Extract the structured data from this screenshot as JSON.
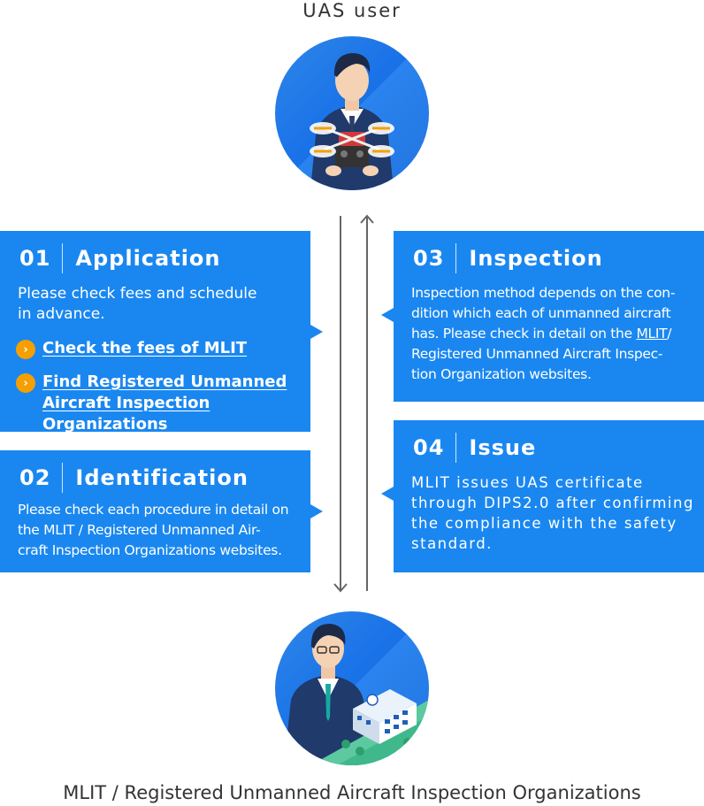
{
  "top_label": "UAS user",
  "bottom_label": "MLIT / Registered Unmanned Aircraft Inspection Organizations",
  "steps": [
    {
      "num": "01",
      "title": "Application",
      "body_line1": "Please check fees and schedule",
      "body_line2": "in advance.",
      "links": [
        {
          "line1": "Check the fees of MLIT",
          "line2": ""
        },
        {
          "line1": "Find Registered Unmanned",
          "line2": "Aircraft Inspection Organizations"
        }
      ]
    },
    {
      "num": "02",
      "title": "Identification",
      "body": [
        "Please check each procedure in detail on",
        "the MLIT / Registered Unmanned Air-",
        "craft Inspection Organizations websites."
      ]
    },
    {
      "num": "03",
      "title": "Inspection",
      "body_l1": "Inspection method depends on the con-",
      "body_l2": "dition which each of unmanned aircraft",
      "body_l3a": "has. Please check in detail on the ",
      "body_l3_link": "MLIT",
      "body_l3b": "/",
      "body_l4": "Registered Unmanned Aircraft Inspec-",
      "body_l5": "tion Organization websites."
    },
    {
      "num": "04",
      "title": "Issue",
      "body": [
        "MLIT issues UAS certificate",
        "through DIPS2.0 after confirming",
        "the compliance with the safety",
        "standard."
      ]
    }
  ],
  "icons": {
    "link_arrow": "chevron-right-icon",
    "user": "drone-pilot-illustration",
    "org": "inspector-building-illustration"
  },
  "colors": {
    "panel": "#1a87f0",
    "accent": "#f5a000",
    "circle": "#1a73e8"
  }
}
